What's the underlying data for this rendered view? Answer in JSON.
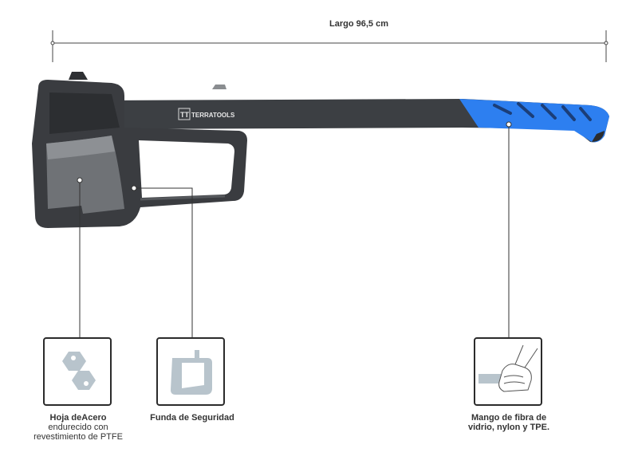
{
  "dimension": {
    "label": "Largo 96,5 cm"
  },
  "brand": {
    "name": "TERRATOOLS",
    "logo": "TT"
  },
  "features": [
    {
      "title": "Hoja deAcero",
      "text": "endurecido con revestimiento de PTFE",
      "icon": "steel-blade-icon"
    },
    {
      "title": "Funda de Seguridad",
      "text": "",
      "icon": "safety-sheath-icon"
    },
    {
      "title": "Mango de fibra de vidrio, nylon y TPE.",
      "text": "",
      "icon": "hand-grip-icon"
    }
  ],
  "colors": {
    "grip_blue": "#2d7ff0",
    "body_dark": "#3c3f43",
    "line": "#333333",
    "icon_gray": "#b8c4cc"
  }
}
